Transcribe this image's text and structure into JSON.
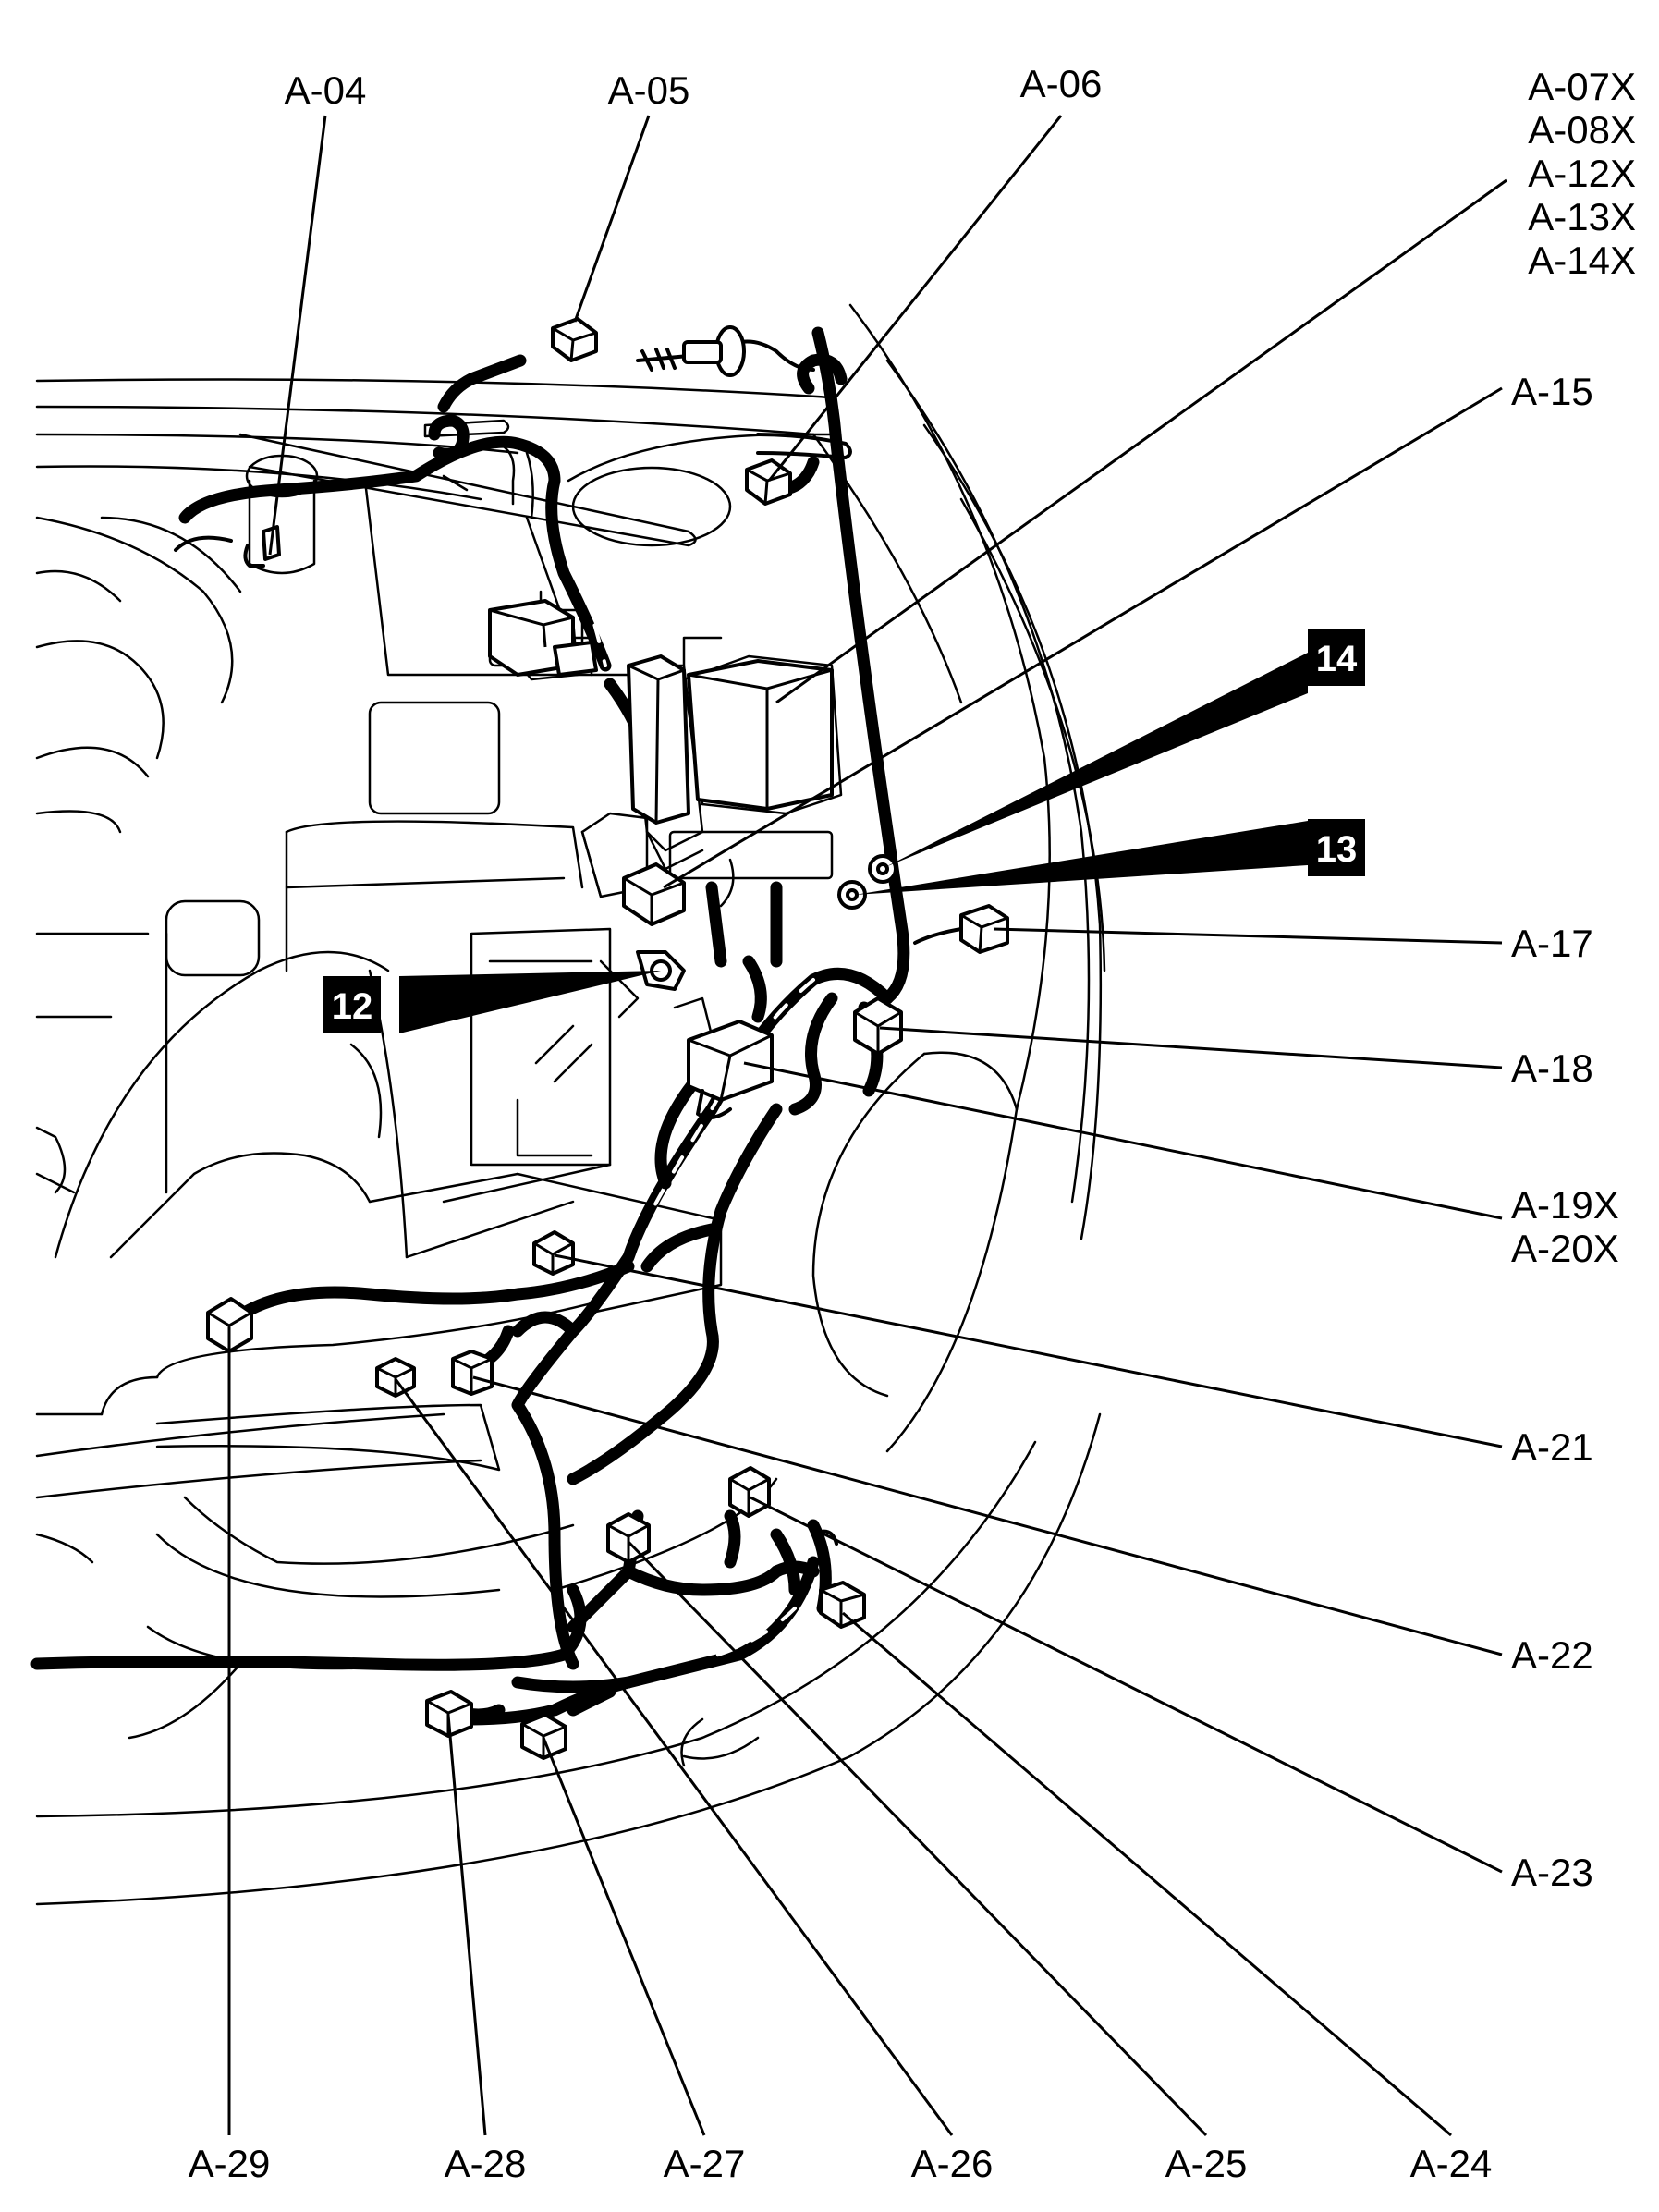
{
  "labels": {
    "a04": "A-04",
    "a05": "A-05",
    "a06": "A-06",
    "a07": "A-07X",
    "a08": "A-08X",
    "a12": "A-12X",
    "a13": "A-13X",
    "a14": "A-14X",
    "a15": "A-15",
    "a17": "A-17",
    "a18": "A-18",
    "a19": "A-19X",
    "a20": "A-20X",
    "a21": "A-21",
    "a22": "A-22",
    "a23": "A-23",
    "a24": "A-24",
    "a25": "A-25",
    "a26": "A-26",
    "a27": "A-27",
    "a28": "A-28",
    "a29": "A-29"
  },
  "badges": {
    "b12": "12",
    "b13": "13",
    "b14": "14"
  }
}
